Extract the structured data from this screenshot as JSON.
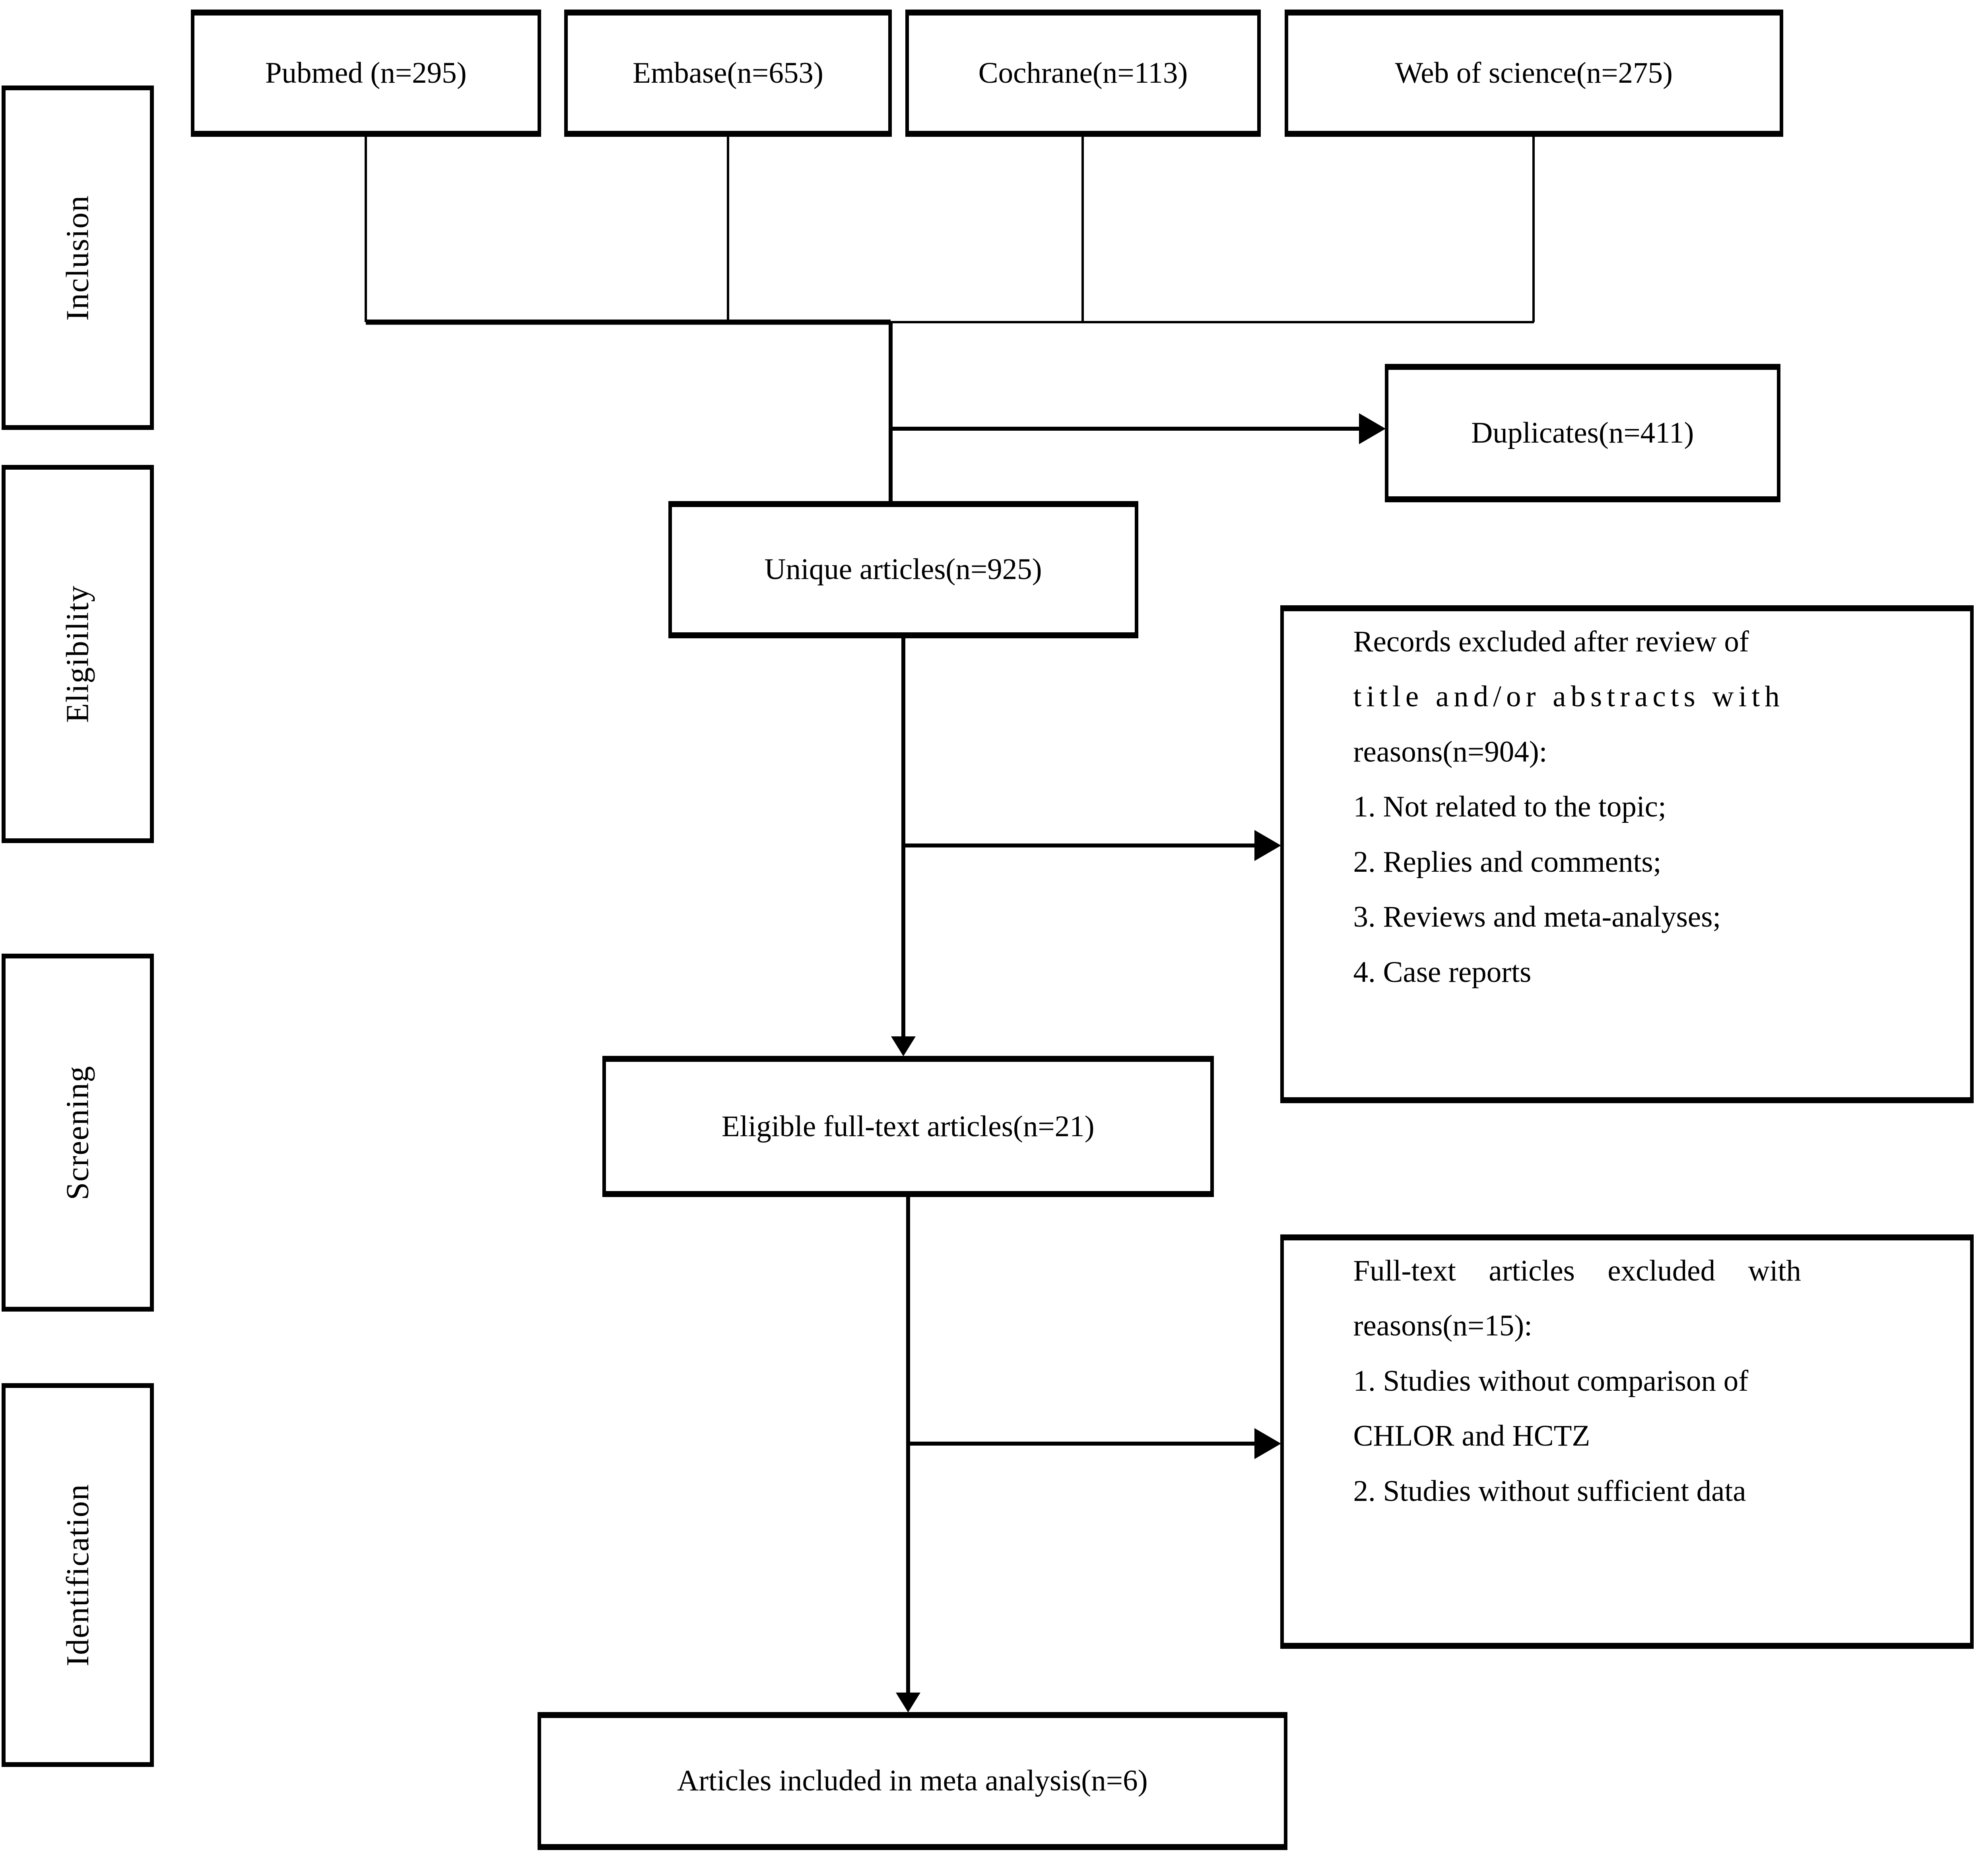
{
  "figure": {
    "stages": [
      {
        "label": "Inclusion"
      },
      {
        "label": "Eligibility"
      },
      {
        "label": "Screening"
      },
      {
        "label": "Identification"
      }
    ],
    "sources": [
      {
        "label": "Pubmed (n=295)"
      },
      {
        "label": "Embase(n=653)"
      },
      {
        "label": "Cochrane(n=113)"
      },
      {
        "label": "Web of science(n=275)"
      }
    ],
    "duplicates_label": "Duplicates(n=411)",
    "unique_label": "Unique articles(n=925)",
    "records_excluded_lines": [
      "Records excluded after review of",
      "title and/or abstracts with",
      "reasons(n=904):",
      "1. Not related to the topic;",
      "2. Replies and comments;",
      "3. Reviews and meta-analyses;",
      "4. Case reports"
    ],
    "eligible_label": "Eligible full-text articles(n=21)",
    "fulltext_excluded_lines": [
      "Full-text articles excluded with",
      "reasons(n=15):",
      "1. Studies without comparison of",
      "CHLOR and HCTZ",
      "2. Studies without sufficient data"
    ],
    "included_label": "Articles included in meta analysis(n=6)"
  },
  "colors": {
    "ink": "#000000",
    "paper": "#ffffff"
  }
}
